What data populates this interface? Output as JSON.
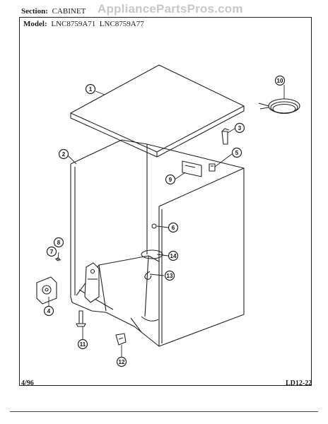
{
  "header": {
    "section_label": "Section:",
    "section_value": "CABINET",
    "model_label": "Model:",
    "model_values": "LNC8759A71  LNC8759A77",
    "watermark": "AppliancePartsPros.com"
  },
  "footer": {
    "date": "4/96",
    "page_code": "LD12-22"
  },
  "callouts": [
    {
      "id": "1",
      "label": "1"
    },
    {
      "id": "2",
      "label": "2"
    },
    {
      "id": "3",
      "label": "3"
    },
    {
      "id": "4",
      "label": "4"
    },
    {
      "id": "5",
      "label": "5"
    },
    {
      "id": "6",
      "label": "6"
    },
    {
      "id": "7",
      "label": "7"
    },
    {
      "id": "8",
      "label": "8"
    },
    {
      "id": "9",
      "label": "9"
    },
    {
      "id": "10",
      "label": "10"
    },
    {
      "id": "11",
      "label": "11"
    },
    {
      "id": "12",
      "label": "12"
    },
    {
      "id": "13",
      "label": "13"
    },
    {
      "id": "14",
      "label": "14"
    }
  ]
}
